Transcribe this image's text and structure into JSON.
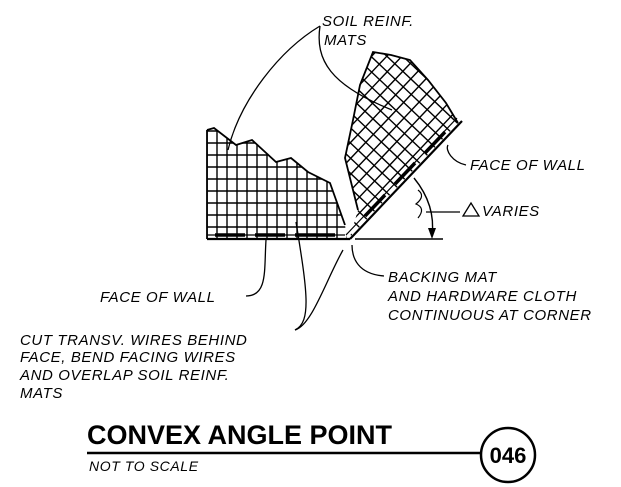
{
  "labels": {
    "soil_reinf_line1": "SOIL REINF.",
    "soil_reinf_line2": "MATS",
    "face_of_wall_right": "FACE OF WALL",
    "varies": "VARIES",
    "face_of_wall_left": "FACE OF WALL",
    "backing_line1": "BACKING MAT",
    "backing_line2": "AND HARDWARE CLOTH",
    "backing_line3": "CONTINUOUS AT CORNER",
    "cut_line1": "CUT TRANSV. WIRES BEHIND",
    "cut_line2": "FACE, BEND FACING WIRES",
    "cut_line3": "AND OVERLAP SOIL REINF.",
    "cut_line4": "MATS"
  },
  "title": {
    "text": "CONVEX ANGLE POINT",
    "subtitle": "NOT TO SCALE",
    "detail_number": "046"
  }
}
